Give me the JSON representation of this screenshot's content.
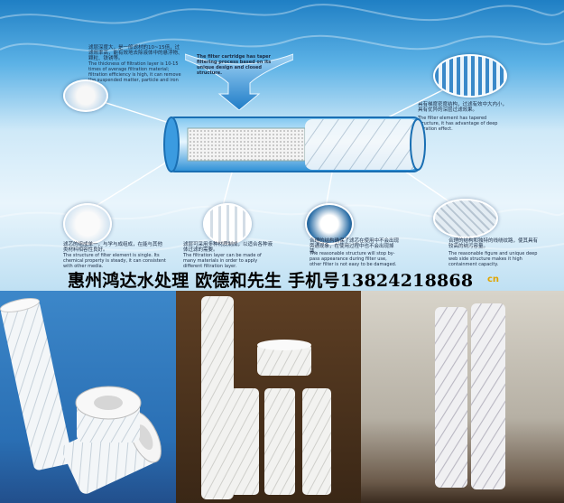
{
  "headline": "惠州鸿达水处理 欧德和先生 手机号13824218868",
  "watermark": "cn",
  "notes": {
    "top_center_en": "The filter cartridge has taper filtering process based on its unique design and closed structure.",
    "left_cn": "滤层深度大，是一般滤材的10~15倍，过滤效率高，能有效地去除液体中的悬浮物、颗粒、铁锈等。",
    "left_en": "The thickness of filtration layer is 10-15 times of average filtration material; filtration efficiency is high, it can remove the suspended matter, particle and iron rust.",
    "right_cn": "具有梯度密度结构，过滤有效中大内小，具有优异的深层过滤效果。",
    "right_en": "The filter element has tapered structure, it has advantage of deep filtration effect.",
    "bottom1_cn": "滤芯的组成单一，与学与成组成，在能与其他类材料相容性良好。",
    "bottom1_en": "The structure of filter element is single. Its chemical property is steady, it can consistent with other media.",
    "bottom2_cn": "滤层可采用多种材质制成，以适合各种液体过滤的需要。",
    "bottom2_en": "The filtration layer can be made of many materials in order to apply different filtration layer.",
    "bottom3_cn": "合理的结构确保了滤芯在使用中不会出现旁通现象，在使用过程中也不会出现掉落。",
    "bottom3_en": "The reasonable structure will stop by-pass appearance during filter use, other filter is not easy to be damaged.",
    "bottom4_cn": "合理的结构和独特的线绕纹路，使其具有较高的纳污容量。",
    "bottom4_en": "The reasonable figure and unique deep web side structure makes it high containment capacity."
  }
}
